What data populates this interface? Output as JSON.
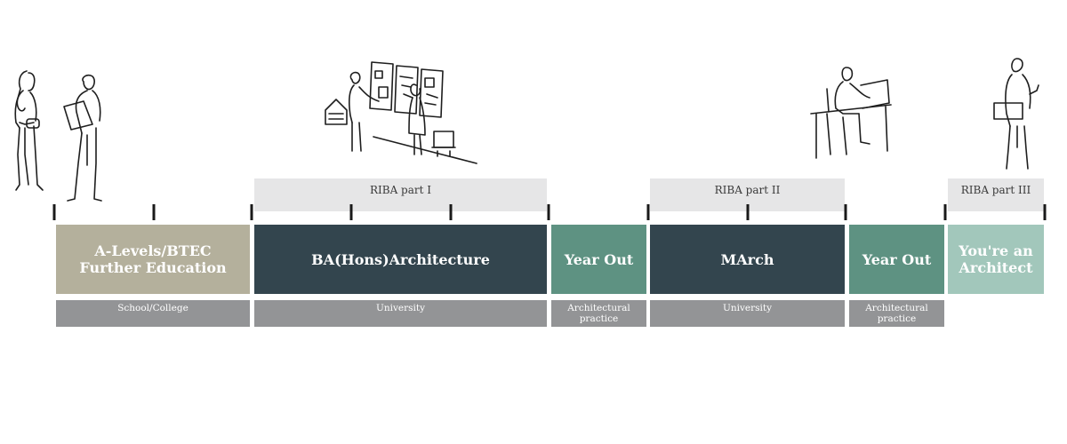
{
  "riba_bands": [
    {
      "label": "RIBA part I"
    },
    {
      "label": "RIBA part II"
    },
    {
      "label": "RIBA part III"
    }
  ],
  "stages": [
    {
      "label": "A-Levels/BTEC\nFurther Education",
      "color": "#b4b09c"
    },
    {
      "label": "BA(Hons)Architecture",
      "color": "#33454e"
    },
    {
      "label": "Year Out",
      "color": "#5e9282"
    },
    {
      "label": "MArch",
      "color": "#33454e"
    },
    {
      "label": "Year Out",
      "color": "#5e9282"
    },
    {
      "label": "You're an\nArchitect",
      "color": "#a2c7bb"
    }
  ],
  "settings": [
    {
      "label": "School/College"
    },
    {
      "label": "University"
    },
    {
      "label": "Architectural\npractice"
    },
    {
      "label": "University"
    },
    {
      "label": "Architectural\npractice"
    }
  ],
  "colors": {
    "setting_bar": "#939496",
    "riba_band": "#e6e6e7",
    "tick": "#1a1a1a"
  },
  "illustrations": [
    "students-sketch",
    "presentation-sketch",
    "desk-worker-sketch",
    "architect-sketch"
  ]
}
